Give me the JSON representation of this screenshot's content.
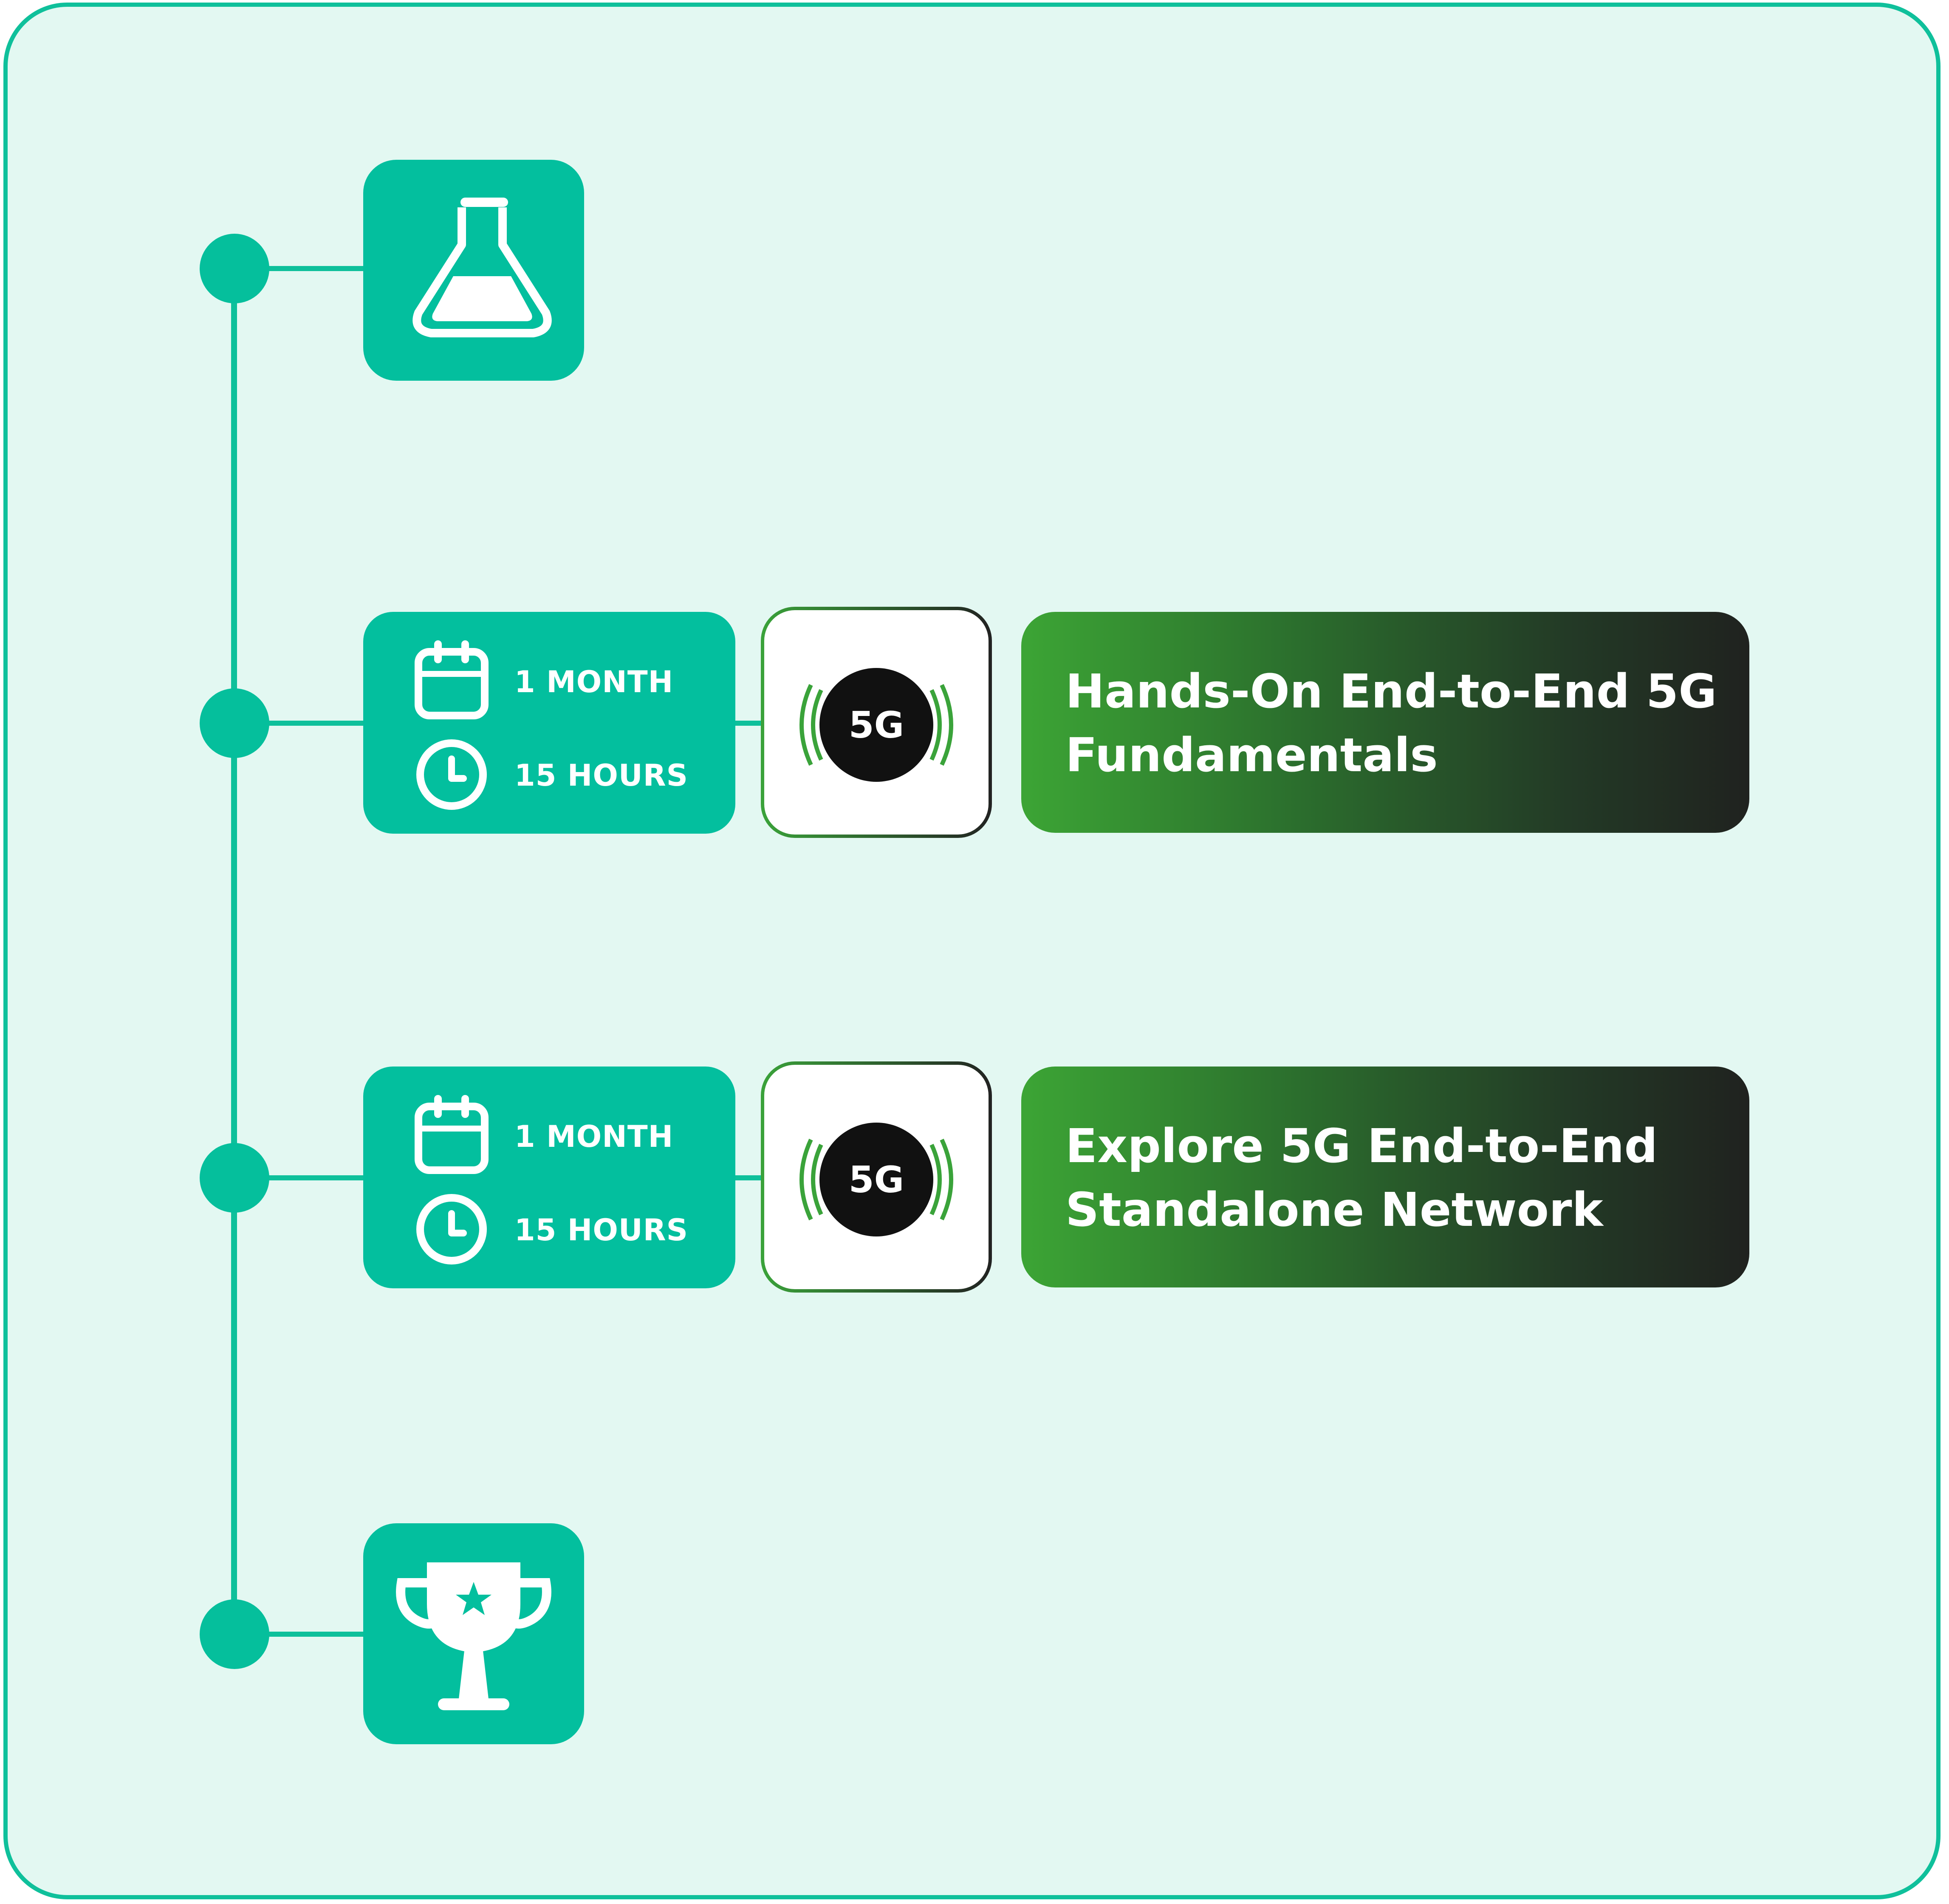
{
  "diagram": {
    "start_icon": "flask-icon",
    "end_icon": "trophy-icon",
    "courses": [
      {
        "duration_icon": "calendar-icon",
        "duration": "1 MONTH",
        "hours_icon": "clock-icon",
        "hours": "15 HOURS",
        "badge_icon": "5g-signal-icon",
        "badge_label": "5G",
        "title_line1": "Hands-On End-to-End 5G",
        "title_line2": "Fundamentals"
      },
      {
        "duration_icon": "calendar-icon",
        "duration": "1 MONTH",
        "hours_icon": "clock-icon",
        "hours": "15 HOURS",
        "badge_icon": "5g-signal-icon",
        "badge_label": "5G",
        "title_line1": "Explore 5G End-to-End",
        "title_line2": "Standalone Network"
      }
    ],
    "colors": {
      "frame_bg": "#e3f8f2",
      "accent": "#03bf9e",
      "title_gradient_start": "#3ca535",
      "title_gradient_end": "#20221f"
    }
  }
}
